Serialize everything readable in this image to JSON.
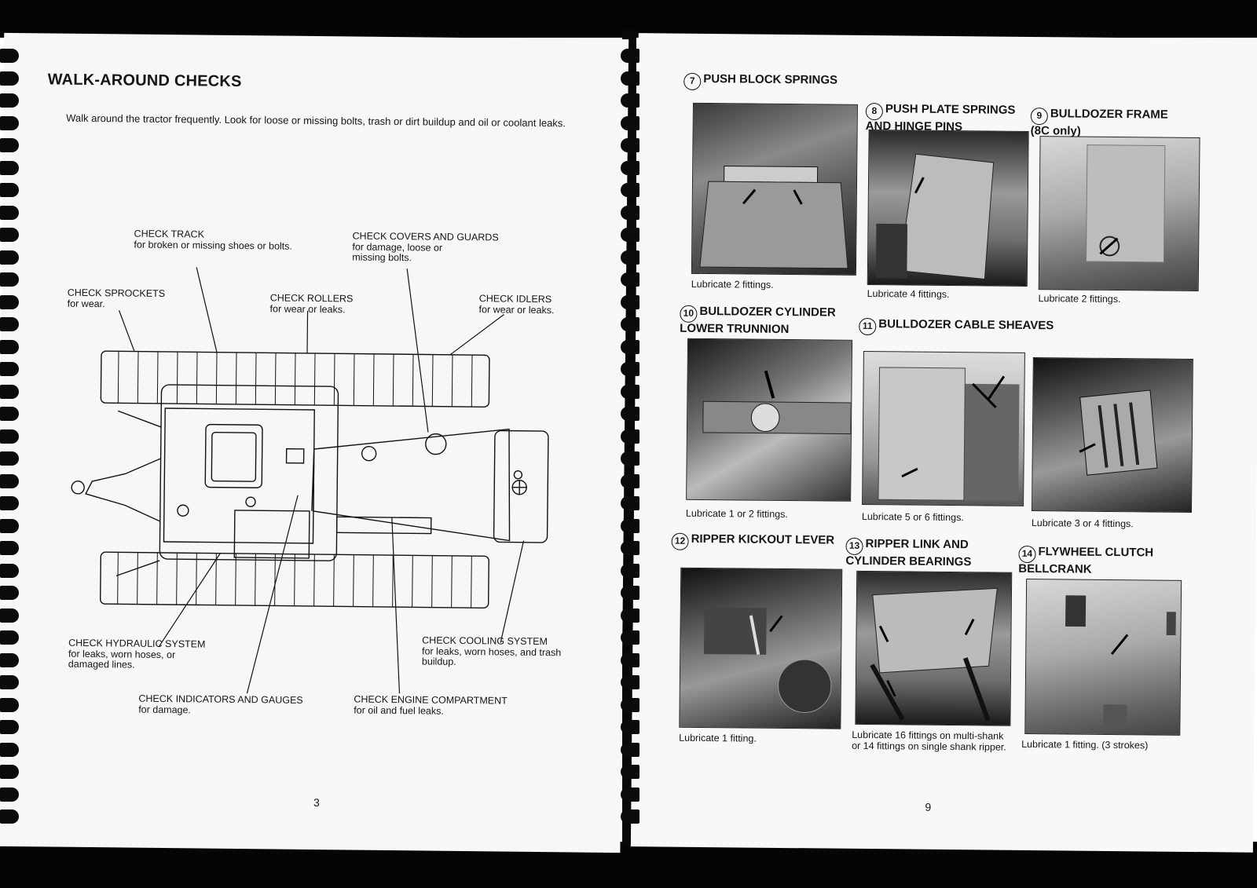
{
  "left_page": {
    "title": "WALK-AROUND CHECKS",
    "intro": "Walk around the tractor frequently. Look for loose or missing bolts, trash or dirt buildup and oil or coolant leaks.",
    "callouts": {
      "track": {
        "title": "CHECK TRACK",
        "desc": "for broken or missing shoes or bolts."
      },
      "covers": {
        "title": "CHECK COVERS AND GUARDS",
        "desc": "for damage, loose or missing bolts."
      },
      "sprockets": {
        "title": "CHECK SPROCKETS",
        "desc": "for wear."
      },
      "rollers": {
        "title": "CHECK ROLLERS",
        "desc": "for wear or leaks."
      },
      "idlers": {
        "title": "CHECK IDLERS",
        "desc": "for wear or leaks."
      },
      "hydraulic": {
        "title": "CHECK HYDRAULIC SYSTEM",
        "desc": "for leaks, worn hoses, or damaged lines."
      },
      "cooling": {
        "title": "CHECK COOLING SYSTEM",
        "desc": "for leaks, worn hoses, and trash buildup."
      },
      "indicators": {
        "title": "CHECK INDICATORS AND GAUGES",
        "desc": "for damage."
      },
      "engine": {
        "title": "CHECK ENGINE COMPARTMENT",
        "desc": "for oil and fuel leaks."
      }
    },
    "page_number": "3"
  },
  "right_page": {
    "page_number": "9",
    "items": [
      {
        "num": "7",
        "title": "PUSH BLOCK SPRINGS",
        "caption": "Lubricate 2 fittings."
      },
      {
        "num": "8",
        "title": "PUSH PLATE SPRINGS AND HINGE PINS",
        "caption": "Lubricate 4 fittings."
      },
      {
        "num": "9",
        "title": "BULLDOZER FRAME (8C only)",
        "caption": "Lubricate 2 fittings."
      },
      {
        "num": "10",
        "title": "BULLDOZER CYLINDER LOWER TRUNNION",
        "caption": "Lubricate 1 or 2 fittings."
      },
      {
        "num": "11",
        "title": "BULLDOZER CABLE SHEAVES",
        "caption": "Lubricate 5 or 6 fittings."
      },
      {
        "num": "",
        "title": "",
        "caption": "Lubricate 3 or 4 fittings."
      },
      {
        "num": "12",
        "title": "RIPPER KICKOUT LEVER",
        "caption": "Lubricate 1 fitting."
      },
      {
        "num": "13",
        "title": "RIPPER LINK AND CYLINDER BEARINGS",
        "caption": "Lubricate 16 fittings on multi-shank or 14 fittings on single shank ripper."
      },
      {
        "num": "14",
        "title": "FLYWHEEL CLUTCH BELLCRANK",
        "caption": "Lubricate 1 fitting. (3 strokes)"
      }
    ]
  }
}
